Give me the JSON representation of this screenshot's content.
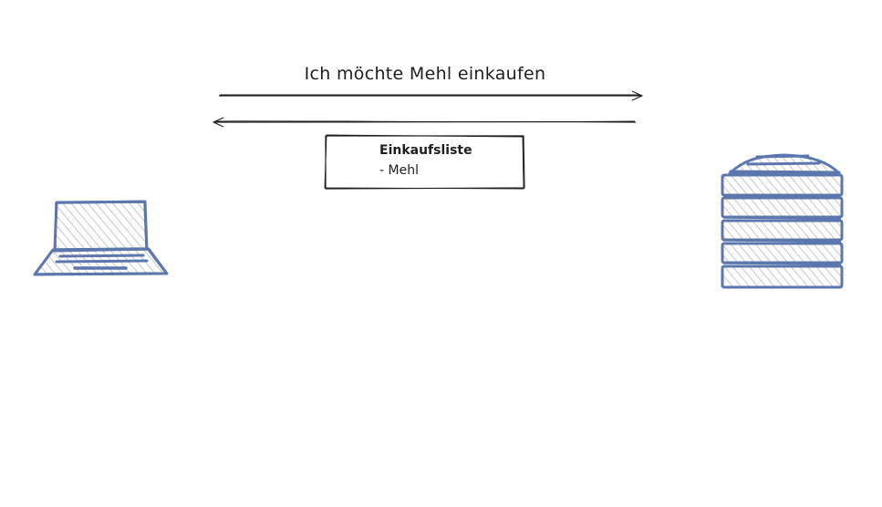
{
  "diagram": {
    "request": {
      "label": "Ich möchte Mehl einkaufen"
    },
    "response": {},
    "note": {
      "title": "Einkaufsliste",
      "items": [
        "- Mehl"
      ]
    },
    "client": {
      "icon": "laptop-icon"
    },
    "server": {
      "icon": "server-icon"
    }
  },
  "colors": {
    "stroke": "#1e1e1e",
    "device_stroke": "#5b77ad",
    "device_fill_hatch": "#b9b9b9",
    "background": "#ffffff"
  }
}
